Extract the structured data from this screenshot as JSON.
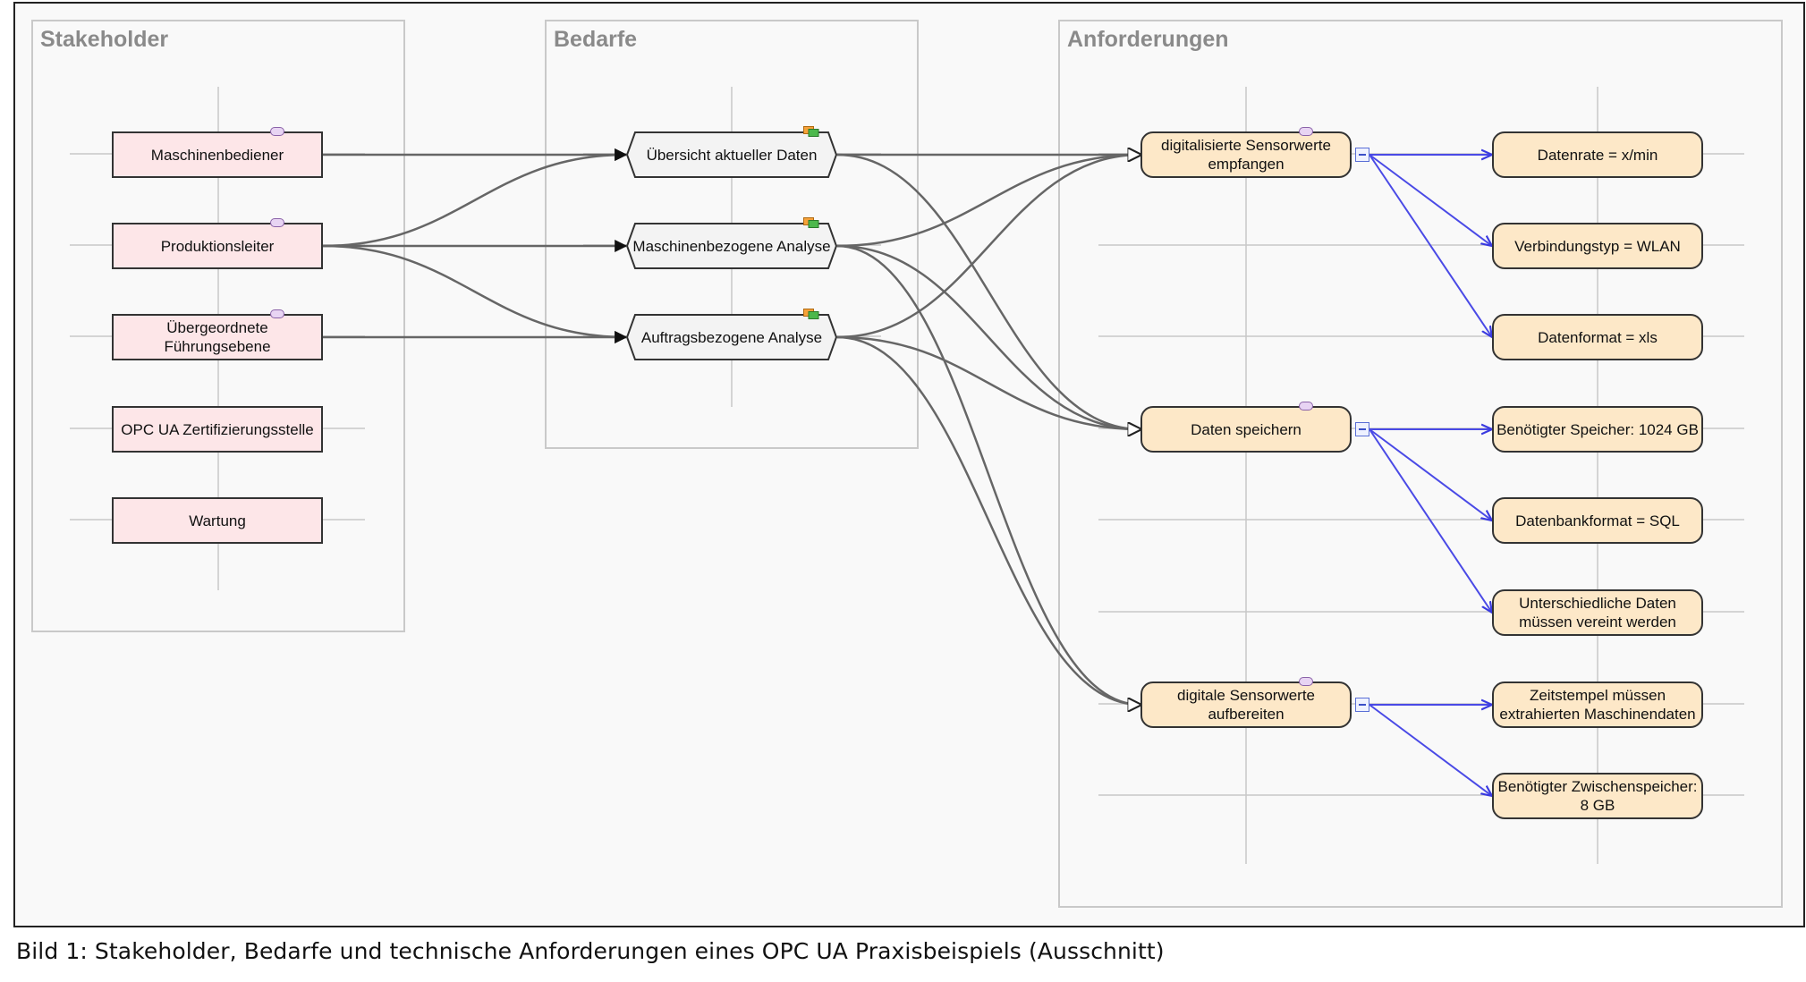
{
  "panels": {
    "stakeholder": "Stakeholder",
    "bedarfe": "Bedarfe",
    "anforderungen": "Anforderungen"
  },
  "stakeholders": [
    {
      "id": "s1",
      "lines": [
        "Maschinenbediener"
      ]
    },
    {
      "id": "s2",
      "lines": [
        "Produktionsleiter"
      ]
    },
    {
      "id": "s3",
      "lines": [
        "Übergeordnete",
        "Führungsebene"
      ]
    },
    {
      "id": "s4",
      "lines": [
        "OPC UA Zertifizierungsstelle"
      ]
    },
    {
      "id": "s5",
      "lines": [
        "Wartung"
      ]
    }
  ],
  "needs": [
    {
      "id": "n1",
      "lines": [
        "Übersicht aktueller Daten"
      ]
    },
    {
      "id": "n2",
      "lines": [
        "Maschinenbezogene Analyse"
      ]
    },
    {
      "id": "n3",
      "lines": [
        "Auftragsbezogene Analyse"
      ]
    }
  ],
  "requirements": [
    {
      "id": "r1",
      "lines": [
        "digitalisierte Sensorwerte",
        "empfangen"
      ]
    },
    {
      "id": "r2",
      "lines": [
        "Daten speichern"
      ]
    },
    {
      "id": "r3",
      "lines": [
        "digitale Sensorwerte",
        "aufbereiten"
      ]
    }
  ],
  "sub_requirements": [
    {
      "id": "q1",
      "parent": "r1",
      "lines": [
        "Datenrate = x/min"
      ]
    },
    {
      "id": "q2",
      "parent": "r1",
      "lines": [
        "Verbindungstyp = WLAN"
      ]
    },
    {
      "id": "q3",
      "parent": "r1",
      "lines": [
        "Datenformat = xls"
      ]
    },
    {
      "id": "q4",
      "parent": "r2",
      "lines": [
        "Benötigter Speicher: 1024 GB"
      ]
    },
    {
      "id": "q5",
      "parent": "r2",
      "lines": [
        "Datenbankformat = SQL"
      ]
    },
    {
      "id": "q6",
      "parent": "r2",
      "lines": [
        "Unterschiedliche Daten",
        "müssen vereint werden"
      ]
    },
    {
      "id": "q7",
      "parent": "r3",
      "lines": [
        "Zeitstempel müssen",
        "extrahierten Maschinendaten"
      ]
    },
    {
      "id": "q8",
      "parent": "r3",
      "lines": [
        "Benötigter Zwischenspeicher:",
        "8 GB"
      ]
    }
  ],
  "stakeholder_to_need": [
    [
      "s1",
      "n1"
    ],
    [
      "s2",
      "n1"
    ],
    [
      "s2",
      "n2"
    ],
    [
      "s2",
      "n3"
    ],
    [
      "s3",
      "n3"
    ]
  ],
  "need_to_requirement": [
    [
      "n1",
      "r1"
    ],
    [
      "n1",
      "r2"
    ],
    [
      "n2",
      "r1"
    ],
    [
      "n2",
      "r2"
    ],
    [
      "n2",
      "r3"
    ],
    [
      "n3",
      "r1"
    ],
    [
      "n3",
      "r2"
    ],
    [
      "n3",
      "r3"
    ]
  ],
  "colors": {
    "stakeholder_fill": "#fde6e8",
    "requirement_fill": "#fde8c8",
    "trace_line": "#666666",
    "refine_line": "#4a4ae6"
  },
  "caption": "Bild 1: Stakeholder, Bedarfe und technische Anforderungen eines OPC UA Praxisbeispiels (Ausschnitt)"
}
